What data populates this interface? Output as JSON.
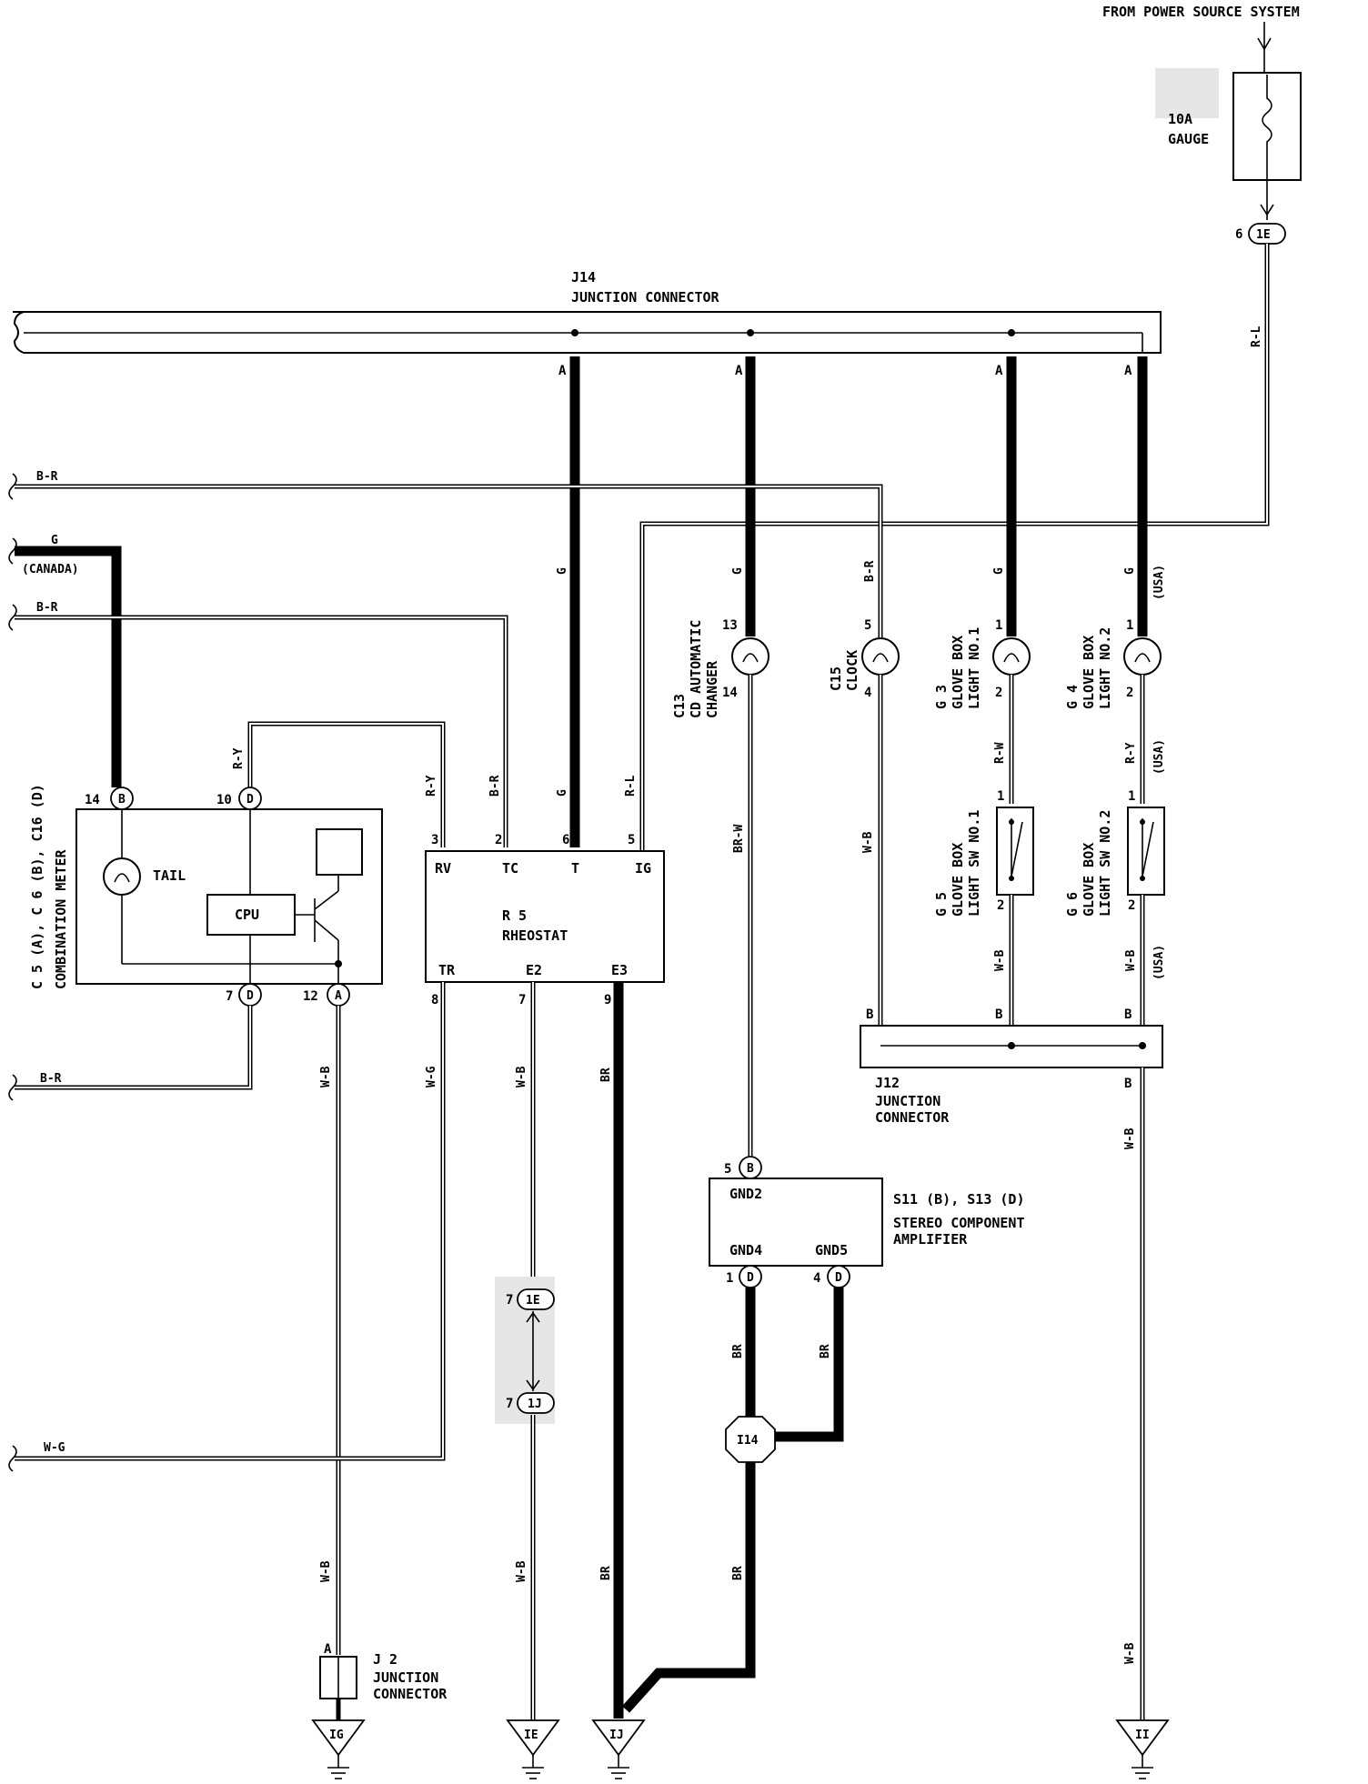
{
  "header": {
    "power_source": "FROM POWER SOURCE SYSTEM"
  },
  "fuse": {
    "rating": "10A",
    "name": "GAUGE",
    "pin": "6",
    "connector": "1E"
  },
  "j14": {
    "id": "J14",
    "name": "JUNCTION CONNECTOR",
    "pin_label": "A"
  },
  "wires": {
    "r_l_top": "R-L",
    "b_r_1": "B-R",
    "g_canada": "G",
    "canada": "(CANADA)",
    "b_r_2": "B-R",
    "b_r_3": "B-R",
    "w_g": "W-G",
    "g1": "G",
    "g2": "G",
    "g3": "G",
    "g4": "G",
    "b_r_clock": "B-R",
    "usa1": "(USA)",
    "usa2": "(USA)",
    "usa3": "(USA)",
    "r_y_meter": "R-Y",
    "r_y_rv": "R-Y",
    "b_r_tc": "B-R",
    "g_t": "G",
    "r_l_ig": "R-L",
    "br_w": "BR-W",
    "w_b_clock": "W-B",
    "r_w": "R-W",
    "r_y_g4": "R-Y",
    "w_b_g5": "W-B",
    "w_b_g6": "W-B",
    "w_b_12": "W-B",
    "w_g_8": "W-G",
    "w_b_7": "W-B",
    "br_9": "BR",
    "w_b_j12": "W-B",
    "br_gnd4": "BR",
    "br_gnd5": "BR",
    "w_b_low1": "W-B",
    "w_b_low2": "W-B",
    "br_low1": "BR",
    "br_low2": "BR",
    "w_b_low3": "W-B"
  },
  "meter": {
    "id": "C 5 (A), C 6 (B), C16 (D)",
    "name": "COMBINATION METER",
    "tail": "TAIL",
    "cpu": "CPU",
    "pins": {
      "p14": "14",
      "b": "B",
      "p10": "10",
      "d1": "D",
      "p7": "7",
      "d2": "D",
      "p12": "12",
      "a": "A"
    }
  },
  "rheostat": {
    "id": "R 5",
    "name": "RHEOSTAT",
    "terms": {
      "rv": "RV",
      "tc": "TC",
      "t": "T",
      "ig": "IG",
      "tr": "TR",
      "e2": "E2",
      "e3": "E3"
    },
    "pins": {
      "p3": "3",
      "p2": "2",
      "p6": "6",
      "p5": "5",
      "p8": "8",
      "p7": "7",
      "p9": "9"
    }
  },
  "c13": {
    "id": "C13",
    "name1": "CD AUTOMATIC",
    "name2": "CHANGER",
    "pin_top": "13",
    "pin_bot": "14"
  },
  "c15": {
    "id": "C15",
    "name": "CLOCK",
    "pin_top": "5",
    "pin_bot": "4"
  },
  "g3": {
    "id": "G 3",
    "name1": "GLOVE BOX",
    "name2": "LIGHT NO.1",
    "pin_top": "1",
    "pin_bot": "2"
  },
  "g4": {
    "id": "G 4",
    "name1": "GLOVE BOX",
    "name2": "LIGHT NO.2",
    "pin_top": "1",
    "pin_bot": "2"
  },
  "g5": {
    "id": "G 5",
    "name1": "GLOVE BOX",
    "name2": "LIGHT SW NO.1",
    "pin_top": "1",
    "pin_bot": "2"
  },
  "g6": {
    "id": "G 6",
    "name1": "GLOVE BOX",
    "name2": "LIGHT SW NO.2",
    "pin_top": "1",
    "pin_bot": "2"
  },
  "j12": {
    "id": "J12",
    "name1": "JUNCTION",
    "name2": "CONNECTOR",
    "pin": "B"
  },
  "amp": {
    "id": "S11 (B), S13 (D)",
    "name1": "STEREO COMPONENT",
    "name2": "AMPLIFIER",
    "gnd2": "GND2",
    "gnd4": "GND4",
    "gnd5": "GND5",
    "pins": {
      "p5": "5",
      "b": "B",
      "p1": "1",
      "d1": "D",
      "p4": "4",
      "d2": "D"
    }
  },
  "splice": "I14",
  "conn_1e": {
    "pin": "7",
    "label": "1E"
  },
  "conn_1j": {
    "pin": "7",
    "label": "1J"
  },
  "j2": {
    "id": "J 2",
    "name1": "JUNCTION",
    "name2": "CONNECTOR",
    "pin": "A"
  },
  "grounds": {
    "ig": "IG",
    "ie": "IE",
    "ij": "IJ",
    "ii": "II"
  }
}
